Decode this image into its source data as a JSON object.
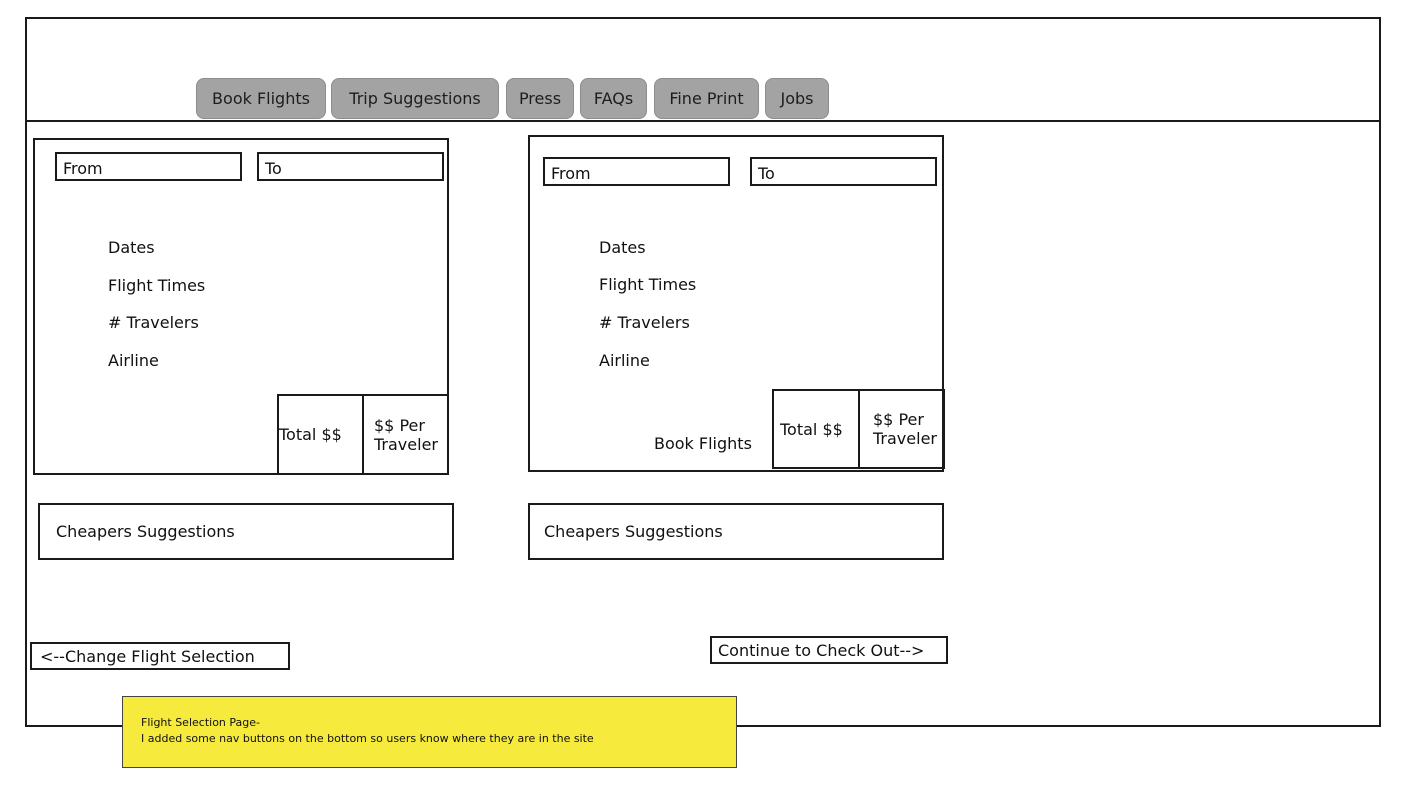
{
  "nav": {
    "tabs": [
      {
        "label": "Book Flights"
      },
      {
        "label": "Trip Suggestions"
      },
      {
        "label": "Press"
      },
      {
        "label": "FAQs"
      },
      {
        "label": "Fine Print"
      },
      {
        "label": "Jobs"
      }
    ]
  },
  "left_panel": {
    "from_label": "From",
    "to_label": "To",
    "details": [
      "Dates",
      "Flight Times",
      "# Travelers",
      "Airline"
    ],
    "total_label": "Total $$",
    "per_traveler_line1": "$$ Per",
    "per_traveler_line2": "Traveler",
    "suggestions_label": "Cheapers Suggestions"
  },
  "right_panel": {
    "from_label": "From",
    "to_label": "To",
    "details": [
      "Dates",
      "Flight Times",
      "# Travelers",
      "Airline"
    ],
    "book_flights_label": "Book Flights",
    "total_label": "Total $$",
    "per_traveler_line1": "$$ Per",
    "per_traveler_line2": "Traveler",
    "suggestions_label": "Cheapers Suggestions"
  },
  "actions": {
    "change_selection_label": "<--Change Flight Selection",
    "continue_label": "Continue to Check Out-->"
  },
  "annotation": {
    "line1": "Flight Selection Page-",
    "line2": "I added some nav buttons on the bottom so users know where they are in the site"
  },
  "colors": {
    "tab_bg": "#a3a3a3",
    "note_bg": "#f6ea3d",
    "line": "#1a1a1a"
  }
}
